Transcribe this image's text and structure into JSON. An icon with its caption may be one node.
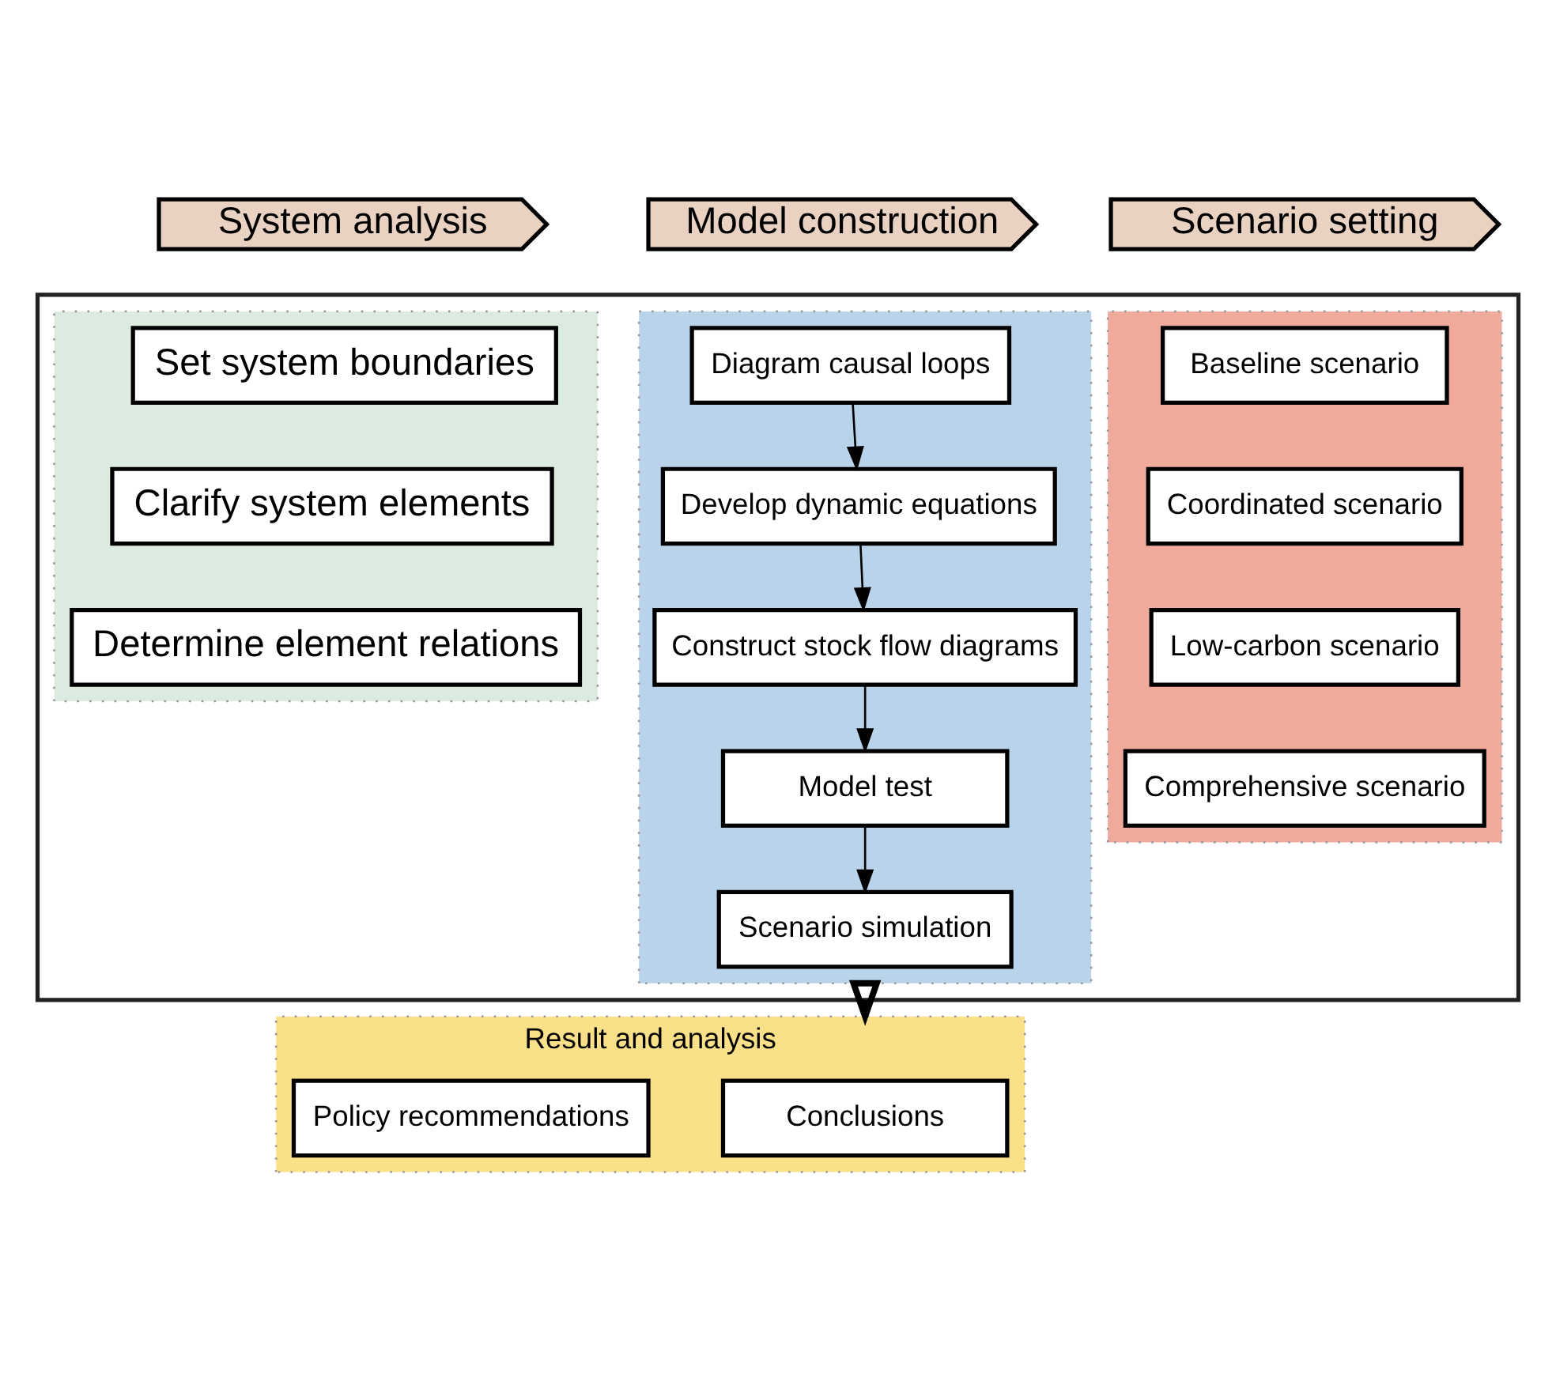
{
  "diagram": {
    "nodes": [
      {
        "text": [
          "System analysis"
        ]
      },
      {
        "text": [
          "Model construction"
        ]
      },
      {
        "text": [
          "Scenario setting"
        ]
      },
      {
        "text": [],
        "shape": "box"
      },
      {
        "text": [],
        "shape": "box",
        "in": 3
      },
      {
        "text": [
          "Set system boundaries"
        ],
        "in": 4
      },
      {
        "text": [
          "Clarify system elements"
        ],
        "in": 4
      },
      {
        "text": [
          "Determine element relations"
        ],
        "in": 4
      },
      {
        "text": [],
        "shape": "box",
        "in": 3
      },
      {
        "text": [
          "Diagram causal loops"
        ],
        "in": 8
      },
      {
        "text": [
          "Develop dynamic equations"
        ],
        "in": 8
      },
      {
        "text": [
          "Construct stock flow diagrams"
        ],
        "in": 8
      },
      {
        "text": [
          "Model test"
        ],
        "in": 8
      },
      {
        "text": [
          "Scenario simulation"
        ],
        "in": 8
      },
      {
        "text": [],
        "shape": "box",
        "in": 3
      },
      {
        "text": [
          "Baseline scenario"
        ],
        "in": 14
      },
      {
        "text": [
          "Coordinated scenario"
        ],
        "in": 14
      },
      {
        "text": [
          "Low-carbon scenario"
        ],
        "in": 14
      },
      {
        "text": [
          "Comprehensive scenario"
        ],
        "in": 14
      },
      {
        "text": [
          "Result and analysis"
        ]
      },
      {
        "text": [
          "Conclusions"
        ],
        "in": 19
      },
      {
        "text": [
          "Policy recommendations"
        ],
        "in": 19
      }
    ],
    "edges": [
      {
        "from": 9,
        "to": 10,
        "arrow": "to"
      },
      {
        "from": 10,
        "to": 11,
        "arrow": "to"
      },
      {
        "from": 11,
        "to": 12,
        "arrow": "to"
      },
      {
        "from": 12,
        "to": 13,
        "arrow": "to"
      },
      {
        "from": 3,
        "to": 19,
        "arrow": "to",
        "style": "thick"
      }
    ]
  }
}
